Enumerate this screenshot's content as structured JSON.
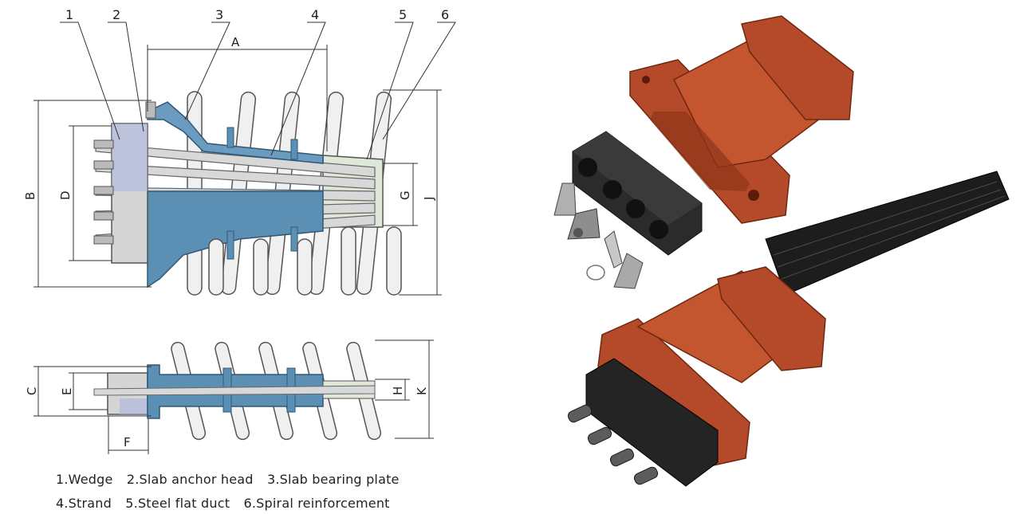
{
  "callouts": [
    "1",
    "2",
    "3",
    "4",
    "5",
    "6"
  ],
  "dimensions": {
    "A": "A",
    "B": "B",
    "C": "C",
    "D": "D",
    "E": "E",
    "F": "F",
    "G": "G",
    "H": "H",
    "J": "J",
    "K": "K"
  },
  "legend": [
    [
      "1.Wedge",
      "2.Slab anchor head",
      "3.Slab bearing plate"
    ],
    [
      "4.Strand",
      "5.Steel flat duct",
      "6.Spiral reinforcement"
    ]
  ],
  "colors": {
    "blue": "#5b8fb3",
    "blue_dark": "#3d6f93",
    "steel": "#cfcfcf",
    "strand_green": "#cfe0c2",
    "anchor_red": "#b54a2a",
    "anchor_red_dark": "#8f3519",
    "block_black": "#262626"
  }
}
